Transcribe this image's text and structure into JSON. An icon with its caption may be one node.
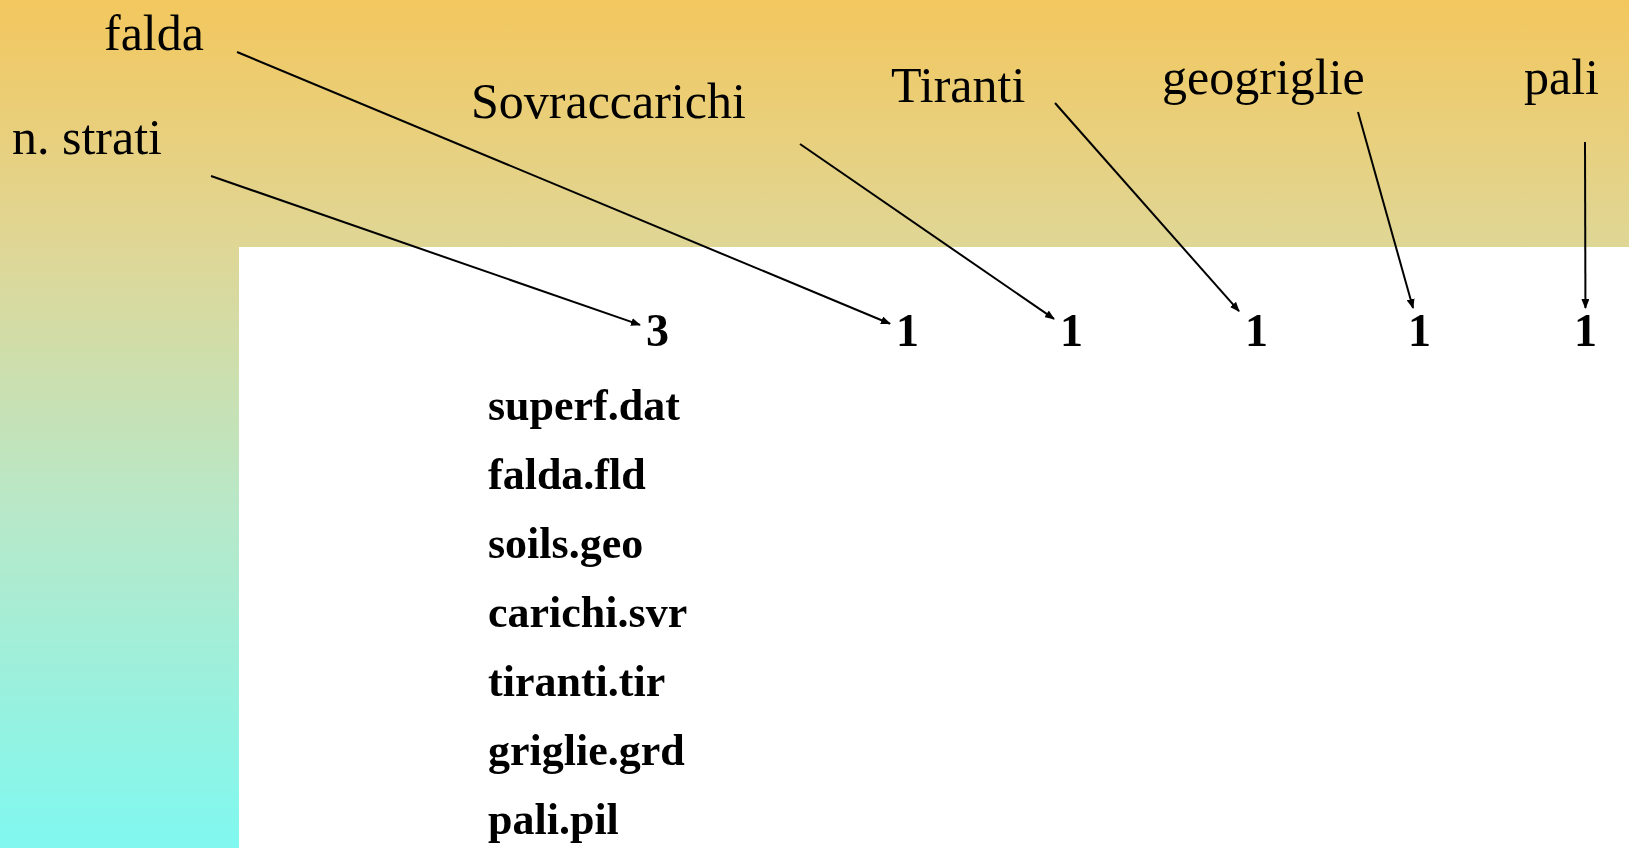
{
  "diagram": {
    "nodes": [
      {
        "text": [
          "falda"
        ]
      },
      {
        "text": [
          "n. strati"
        ]
      },
      {
        "text": [
          "Sovraccarichi"
        ]
      },
      {
        "text": [
          "Tiranti"
        ]
      },
      {
        "text": [
          "geogriglie"
        ]
      },
      {
        "text": [
          "pali"
        ]
      },
      {
        "text": [
          "3"
        ]
      },
      {
        "text": [
          "1"
        ]
      },
      {
        "text": [
          "1"
        ]
      },
      {
        "text": [
          "1"
        ]
      },
      {
        "text": [
          "1"
        ]
      },
      {
        "text": [
          "1"
        ]
      }
    ],
    "edges": [
      {
        "from": 1,
        "to": 6,
        "arrow": "to"
      },
      {
        "from": 0,
        "to": 7,
        "arrow": "to"
      },
      {
        "from": 2,
        "to": 8,
        "arrow": "to"
      },
      {
        "from": 3,
        "to": 9,
        "arrow": "to"
      },
      {
        "from": 4,
        "to": 10,
        "arrow": "to"
      },
      {
        "from": 5,
        "to": 11,
        "arrow": "to"
      }
    ],
    "labels": [
      "superf.dat",
      "falda.fld",
      "soils.geo",
      "carichi.svr",
      "tiranti.tir",
      "griglie.grd",
      "pali.pil"
    ]
  }
}
